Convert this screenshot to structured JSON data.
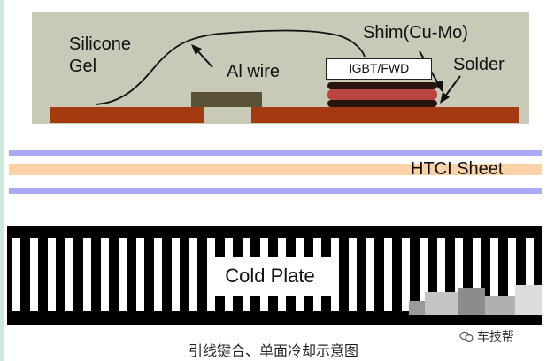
{
  "diagram": {
    "labels": {
      "silicone_gel": "Silicone\nGel",
      "al_wire": "Al wire",
      "shim": "Shim(Cu-Mo)",
      "solder": "Solder",
      "chip": "IGBT/FWD",
      "htci_sheet": "HTCI Sheet",
      "cold_plate": "Cold Plate"
    },
    "caption": "引线键合、单面冷却示意图",
    "watermark": "车技帮",
    "colors": {
      "module_background": "#c9c9b8",
      "substrate": "#a33a10",
      "al_pad": "#595236",
      "htci_blue": "#a9a9f5",
      "htci_orange": "#fcd3a8",
      "cold_plate": "#000000"
    },
    "icons": [
      "wechat-icon"
    ]
  }
}
